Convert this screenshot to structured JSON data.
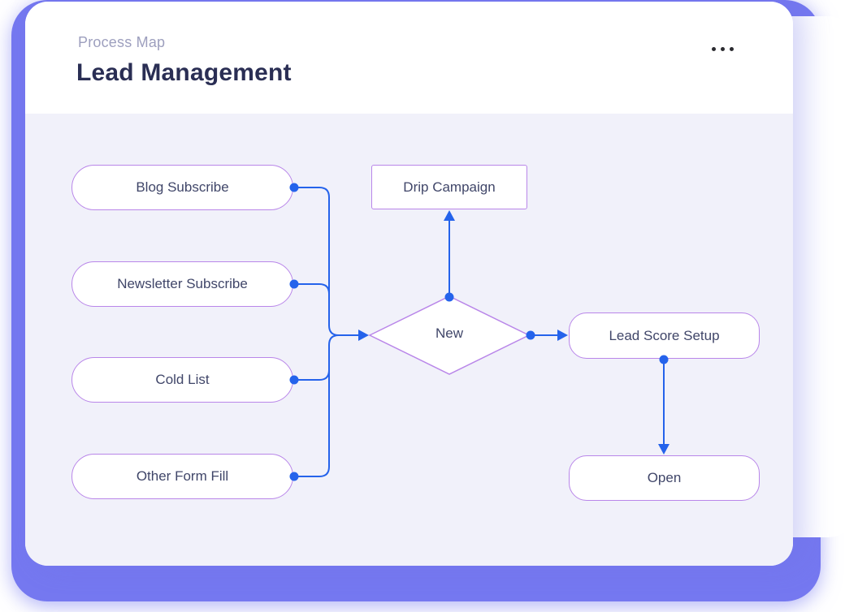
{
  "header": {
    "subtitle": "Process Map",
    "title": "Lead Management",
    "menu_icon": "ellipsis-icon"
  },
  "flowchart": {
    "sources": [
      {
        "id": "blog",
        "label": "Blog Subscribe",
        "shape": "pill"
      },
      {
        "id": "newsletter",
        "label": "Newsletter Subscribe",
        "shape": "pill"
      },
      {
        "id": "cold",
        "label": "Cold List",
        "shape": "pill"
      },
      {
        "id": "other",
        "label": "Other Form Fill",
        "shape": "pill"
      }
    ],
    "decision": {
      "id": "new",
      "label": "New",
      "shape": "diamond"
    },
    "nodes": [
      {
        "id": "drip",
        "label": "Drip Campaign",
        "shape": "rectangle"
      },
      {
        "id": "lss",
        "label": "Lead Score Setup",
        "shape": "rounded-rectangle"
      },
      {
        "id": "open",
        "label": "Open",
        "shape": "rounded-rectangle"
      }
    ],
    "edges": [
      {
        "from": "Blog Subscribe",
        "to": "New"
      },
      {
        "from": "Newsletter Subscribe",
        "to": "New"
      },
      {
        "from": "Cold List",
        "to": "New"
      },
      {
        "from": "Other Form Fill",
        "to": "New"
      },
      {
        "from": "New",
        "to": "Drip Campaign"
      },
      {
        "from": "New",
        "to": "Lead Score Setup"
      },
      {
        "from": "Lead Score Setup",
        "to": "Open"
      }
    ]
  },
  "colors": {
    "frame": "#7578f0",
    "canvas": "#f1f1fa",
    "node_border": "#b986e9",
    "connector": "#2563eb",
    "title_text": "#2a2e54",
    "subtitle_text": "#9d9fbe",
    "node_text": "#404669"
  }
}
